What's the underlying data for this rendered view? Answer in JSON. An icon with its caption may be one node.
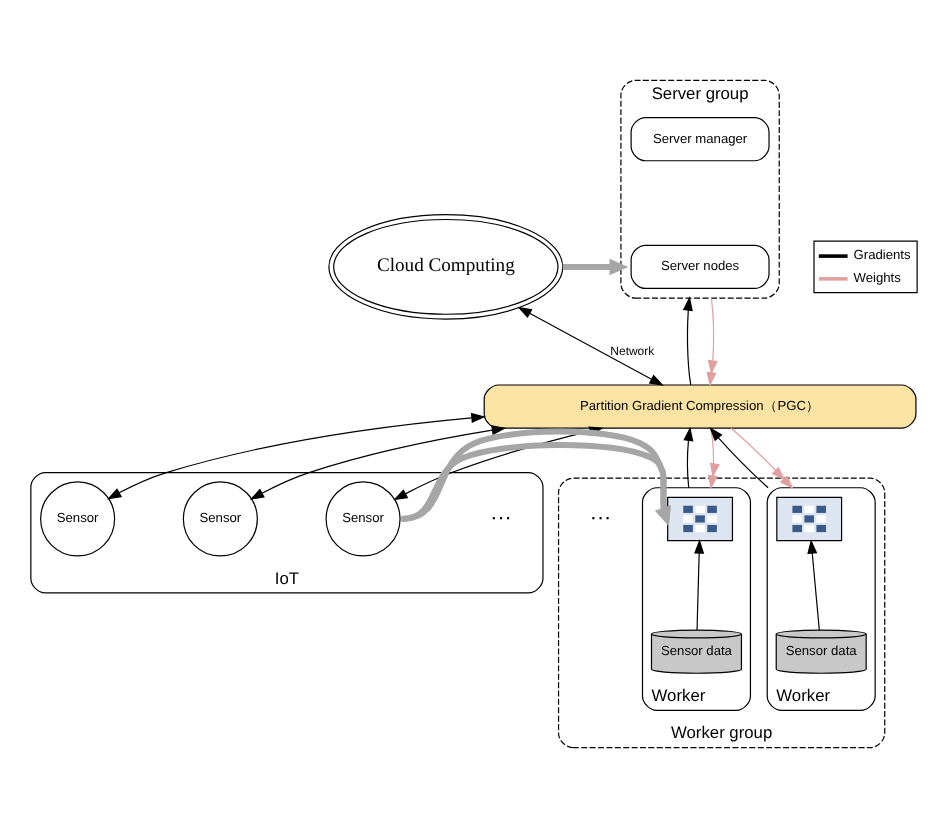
{
  "diagram": {
    "nodes": [
      {
        "text": [
          "Cloud Computing"
        ]
      },
      {
        "text": [
          "Server group"
        ]
      },
      {
        "text": [
          "Server manager"
        ],
        "in": 1
      },
      {
        "text": [
          "Server nodes"
        ],
        "in": 1
      },
      {
        "text": [
          "Partition Gradient Compression（PGC）"
        ]
      },
      {
        "text": [
          "IoT"
        ]
      },
      {
        "text": [
          "Sensor"
        ],
        "in": 5
      },
      {
        "text": [
          "Sensor"
        ],
        "in": 5
      },
      {
        "text": [
          "Sensor"
        ],
        "in": 5
      },
      {
        "text": [
          "···"
        ],
        "in": 5
      },
      {
        "text": [
          "Worker group"
        ]
      },
      {
        "text": [
          "Worker"
        ],
        "in": 10
      },
      {
        "text": [],
        "shape": "picture",
        "in": 11
      },
      {
        "text": [
          "Sensor data"
        ],
        "in": 11
      },
      {
        "text": [
          "Worker"
        ],
        "in": 10
      },
      {
        "text": [],
        "shape": "picture",
        "in": 14
      },
      {
        "text": [
          "Sensor data"
        ],
        "in": 14
      },
      {
        "text": [
          "···"
        ],
        "in": 10
      }
    ],
    "edges": [
      {
        "from": 0,
        "to": 1,
        "arrow": "to",
        "style": "thick",
        "color": "#a6a6a6"
      },
      {
        "from": 0,
        "to": 4,
        "arrow": "both",
        "label": "Network"
      },
      {
        "from": 4,
        "to": 1,
        "arrow": "to"
      },
      {
        "from": 1,
        "to": 4,
        "arrow": "to",
        "color": "#e0a0a0"
      },
      {
        "from": 4,
        "to": 6,
        "arrow": "both"
      },
      {
        "from": 4,
        "to": 7,
        "arrow": "both"
      },
      {
        "from": 4,
        "to": 8,
        "arrow": "both"
      },
      {
        "from": 5,
        "to": 10,
        "arrow": "to",
        "style": "thick",
        "color": "#a6a6a6"
      },
      {
        "from": 11,
        "to": 4,
        "arrow": "to"
      },
      {
        "from": 4,
        "to": 11,
        "arrow": "to",
        "color": "#e0a0a0"
      },
      {
        "from": 14,
        "to": 4,
        "arrow": "to"
      },
      {
        "from": 4,
        "to": 14,
        "arrow": "to",
        "color": "#e0a0a0"
      },
      {
        "from": 13,
        "to": 12,
        "arrow": "to"
      },
      {
        "from": 16,
        "to": 15,
        "arrow": "to"
      }
    ],
    "legend": [
      {
        "text": "Gradients"
      },
      {
        "text": "Weights"
      }
    ]
  }
}
